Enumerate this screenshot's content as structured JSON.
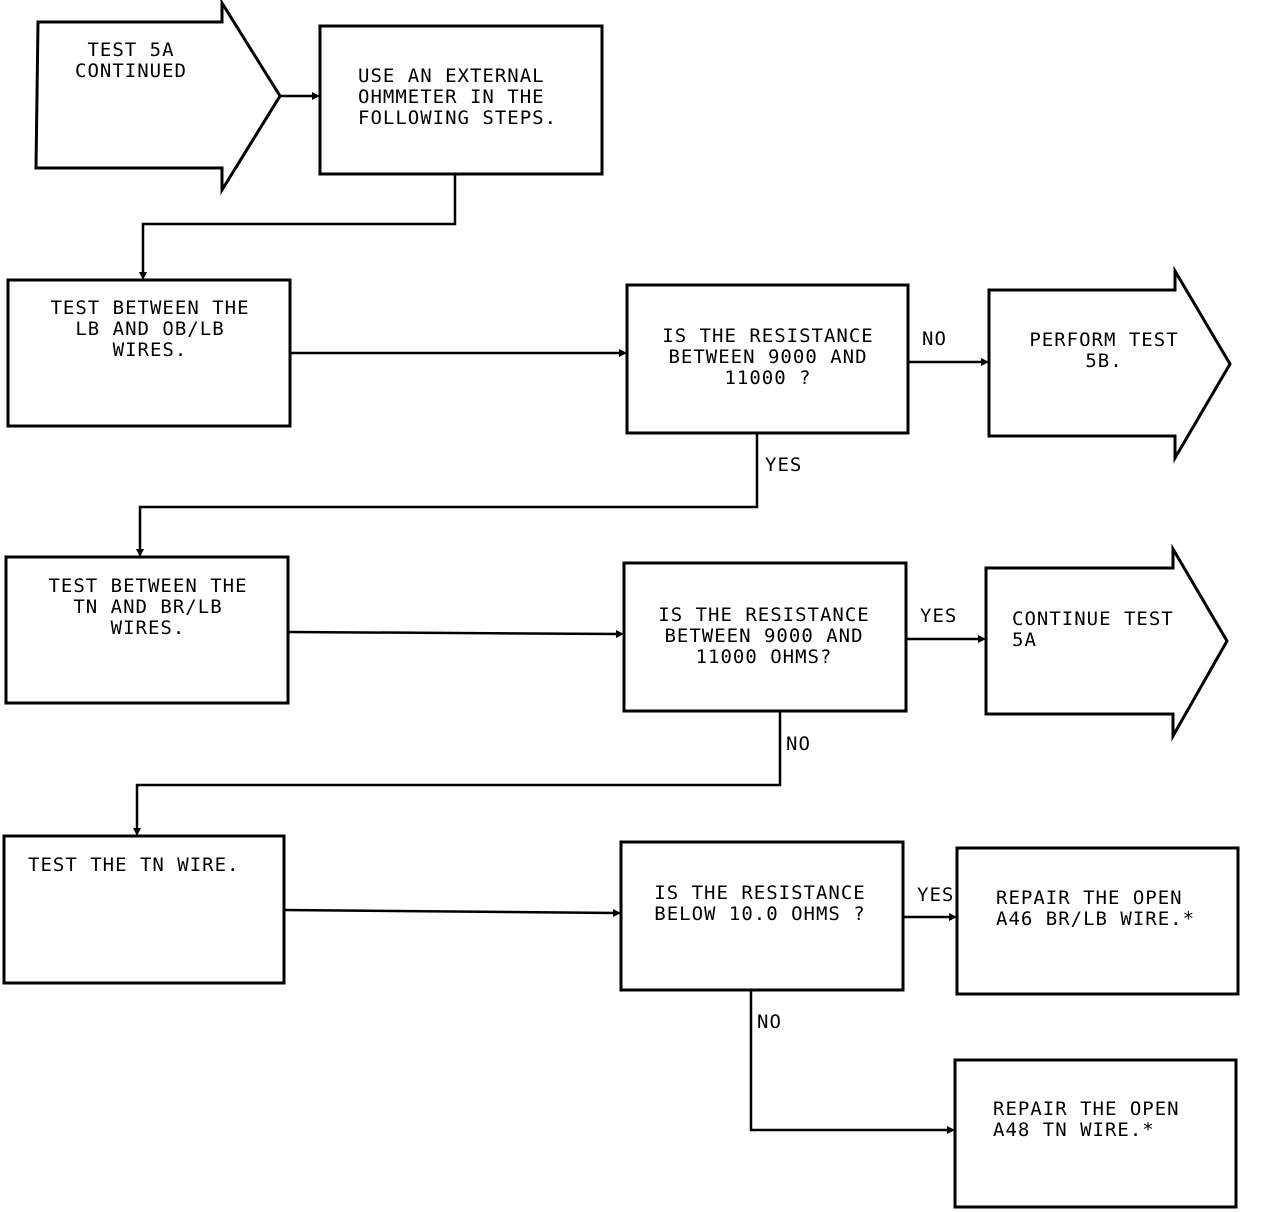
{
  "nodes": {
    "start": "TEST 5A\nCONTINUED",
    "use_ohmmeter": "USE AN EXTERNAL\nOHMMETER IN THE\nFOLLOWING STEPS.",
    "test_lb": "TEST BETWEEN THE\nLB AND OB/LB\nWIRES.",
    "q1": "IS THE RESISTANCE\nBETWEEN 9000 AND\n11000 ?",
    "perform_5b": "PERFORM TEST\n5B.",
    "test_tn": "TEST BETWEEN THE\nTN AND BR/LB\nWIRES.",
    "q2": "IS THE RESISTANCE\nBETWEEN 9000 AND\n11000 OHMS?",
    "continue_5a": "CONTINUE TEST\n5A",
    "test_tn_wire": "TEST THE TN WIRE.",
    "q3": "IS THE RESISTANCE\nBELOW 10.0 OHMS ?",
    "repair_a46": "REPAIR THE OPEN\nA46 BR/LB WIRE.*",
    "repair_a48": "REPAIR THE OPEN\nA48 TN WIRE.*"
  },
  "labels": {
    "q1_no": "NO",
    "q1_yes": "YES",
    "q2_yes": "YES",
    "q2_no": "NO",
    "q3_yes": "YES",
    "q3_no": "NO"
  }
}
